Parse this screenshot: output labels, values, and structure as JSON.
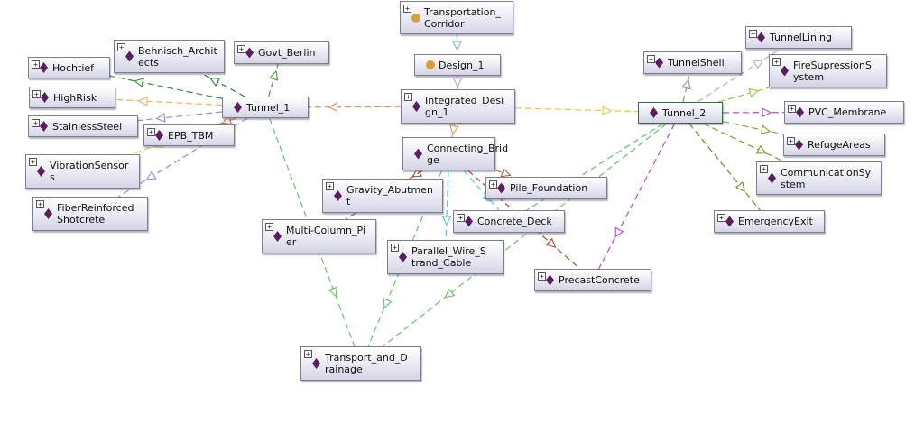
{
  "diagram": {
    "nodes": [
      {
        "id": "transportation_corridor",
        "label": "Transportation_\nCorridor",
        "kind": "class",
        "expander": true
      },
      {
        "id": "design_1",
        "label": "Design_1",
        "kind": "class",
        "expander": false
      },
      {
        "id": "integrated_design_1",
        "label": "Integrated_Desi\ngn_1",
        "kind": "individual",
        "expander": true
      },
      {
        "id": "connecting_bridge",
        "label": "Connecting_Brid\nge",
        "kind": "individual",
        "expander": false
      },
      {
        "id": "tunnel_1",
        "label": "Tunnel_1",
        "kind": "individual",
        "expander": false
      },
      {
        "id": "tunnel_2",
        "label": "Tunnel_2",
        "kind": "individual",
        "expander": false
      },
      {
        "id": "hochtief",
        "label": "Hochtief",
        "kind": "individual",
        "expander": true
      },
      {
        "id": "behnisch",
        "label": "Behnisch_Archit\nects",
        "kind": "individual",
        "expander": true
      },
      {
        "id": "govt_berlin",
        "label": "Govt_Berlin",
        "kind": "individual",
        "expander": true
      },
      {
        "id": "highrisk",
        "label": "HighRisk",
        "kind": "individual",
        "expander": true
      },
      {
        "id": "stainlesssteel",
        "label": "StainlessSteel",
        "kind": "individual",
        "expander": true
      },
      {
        "id": "epb_tbm",
        "label": "EPB_TBM",
        "kind": "individual",
        "expander": true
      },
      {
        "id": "vibration",
        "label": "VibrationSensor\ns",
        "kind": "individual",
        "expander": true
      },
      {
        "id": "fiber",
        "label": "FiberReinforced\nShotcrete",
        "kind": "individual",
        "expander": true
      },
      {
        "id": "gravity",
        "label": "Gravity_Abutmen\nt",
        "kind": "individual",
        "expander": true
      },
      {
        "id": "pile",
        "label": "Pile_Foundation",
        "kind": "individual",
        "expander": true
      },
      {
        "id": "concrete_deck",
        "label": "Concrete_Deck",
        "kind": "individual",
        "expander": true
      },
      {
        "id": "multicolumn",
        "label": "Multi-Column_Pi\ner",
        "kind": "individual",
        "expander": true
      },
      {
        "id": "parallel",
        "label": "Parallel_Wire_S\ntrand_Cable",
        "kind": "individual",
        "expander": true
      },
      {
        "id": "precast",
        "label": "PrecastConcrete",
        "kind": "individual",
        "expander": true
      },
      {
        "id": "transport_drainage",
        "label": "Transport_and_D\nrainage",
        "kind": "individual",
        "expander": true
      },
      {
        "id": "tunnellining",
        "label": "TunnelLining",
        "kind": "individual",
        "expander": true
      },
      {
        "id": "tunnelshell",
        "label": "TunnelShell",
        "kind": "individual",
        "expander": true
      },
      {
        "id": "firesup",
        "label": "FireSupressionS\nystem",
        "kind": "individual",
        "expander": true
      },
      {
        "id": "pvc",
        "label": "PVC_Membrane",
        "kind": "individual",
        "expander": true
      },
      {
        "id": "refuge",
        "label": "RefugeAreas",
        "kind": "individual",
        "expander": true
      },
      {
        "id": "communication",
        "label": "CommunicationSy\nstem",
        "kind": "individual",
        "expander": true
      },
      {
        "id": "emergency",
        "label": "EmergencyExit",
        "kind": "individual",
        "expander": true
      }
    ],
    "edges": [
      {
        "from": "transportation_corridor",
        "to": "design_1",
        "color": "#7fb6e0"
      },
      {
        "from": "design_1",
        "to": "integrated_design_1",
        "color": "#c79be8"
      },
      {
        "from": "integrated_design_1",
        "to": "tunnel_1",
        "color": "#e0915a"
      },
      {
        "from": "integrated_design_1",
        "to": "tunnel_2",
        "color": "#e8c445"
      },
      {
        "from": "integrated_design_1",
        "to": "connecting_bridge",
        "color": "#d39a5f"
      },
      {
        "from": "tunnel_1",
        "to": "hochtief",
        "color": "#3b8a3b"
      },
      {
        "from": "tunnel_1",
        "to": "behnisch",
        "color": "#2e7d32"
      },
      {
        "from": "tunnel_1",
        "to": "govt_berlin",
        "color": "#4f9a3f"
      },
      {
        "from": "tunnel_1",
        "to": "highrisk",
        "color": "#f0b060"
      },
      {
        "from": "tunnel_1",
        "to": "stainlesssteel",
        "color": "#8b8ed8"
      },
      {
        "from": "tunnel_1",
        "to": "epb_tbm",
        "color": "#c94f4f"
      },
      {
        "from": "tunnel_1",
        "to": "vibration",
        "color": "#d6cc60"
      },
      {
        "from": "tunnel_1",
        "to": "fiber",
        "color": "#8c8ce0"
      },
      {
        "from": "tunnel_1",
        "to": "transport_drainage",
        "color": "#66c266"
      },
      {
        "from": "connecting_bridge",
        "to": "gravity",
        "color": "#a0522d"
      },
      {
        "from": "connecting_bridge",
        "to": "pile",
        "color": "#b85c50"
      },
      {
        "from": "connecting_bridge",
        "to": "concrete_deck",
        "color": "#5ec3e6"
      },
      {
        "from": "connecting_bridge",
        "to": "multicolumn",
        "color": "#a0522d"
      },
      {
        "from": "connecting_bridge",
        "to": "parallel",
        "color": "#5ec3e6"
      },
      {
        "from": "connecting_bridge",
        "to": "precast",
        "color": "#a0522d"
      },
      {
        "from": "connecting_bridge",
        "to": "transport_drainage",
        "color": "#66c266"
      },
      {
        "from": "tunnel_2",
        "to": "tunnellining",
        "color": "#b0b0b0"
      },
      {
        "from": "tunnel_2",
        "to": "tunnelshell",
        "color": "#909090"
      },
      {
        "from": "tunnel_2",
        "to": "firesup",
        "color": "#8fc94a"
      },
      {
        "from": "tunnel_2",
        "to": "pvc",
        "color": "#b44ad0"
      },
      {
        "from": "tunnel_2",
        "to": "refuge",
        "color": "#86a83a"
      },
      {
        "from": "tunnel_2",
        "to": "communication",
        "color": "#7a9a2c"
      },
      {
        "from": "tunnel_2",
        "to": "emergency",
        "color": "#6b8e23"
      },
      {
        "from": "tunnel_2",
        "to": "precast",
        "color": "#b44ad0"
      },
      {
        "from": "tunnel_2",
        "to": "concrete_deck",
        "color": "#66c266"
      },
      {
        "from": "tunnel_2",
        "to": "transport_drainage",
        "color": "#66c266"
      }
    ]
  }
}
